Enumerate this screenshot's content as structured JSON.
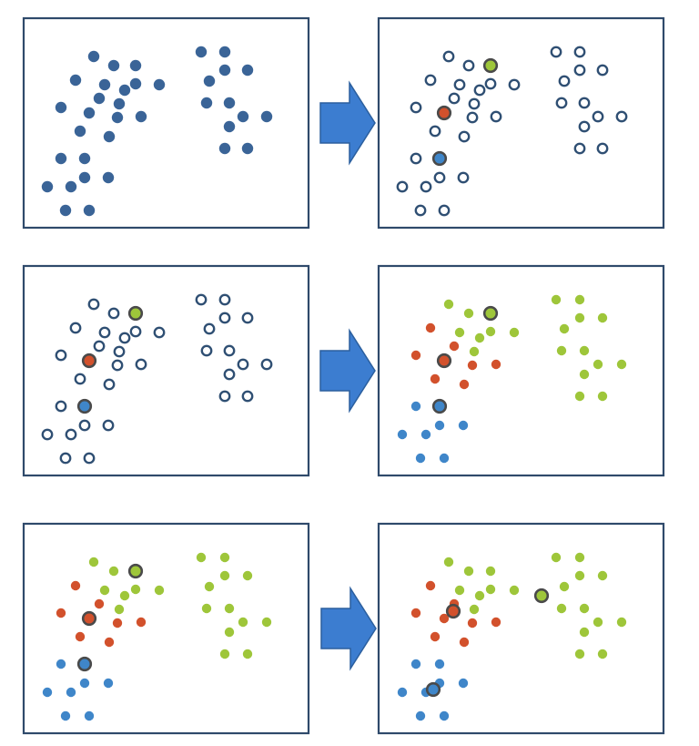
{
  "colors": {
    "frame": "#2f4a6b",
    "point_default": "#3a6497",
    "open_ring": "#2f4f73",
    "cluster_red": "#d2512c",
    "cluster_green": "#9ec63a",
    "cluster_blue": "#3f86c9",
    "arrow_fill": "#3c7dd0",
    "arrow_stroke": "#2b5f9e",
    "centroid_ring": "#4a4a4a"
  },
  "diagram": {
    "panels": [
      {
        "name": "panel-1-unlabeled-data",
        "points": "all-filled-default",
        "centroids": []
      },
      {
        "name": "panel-2-initial-centroids",
        "points": "all-open",
        "centroids": [
          {
            "cluster": "red",
            "pos": "initial-red"
          },
          {
            "cluster": "green",
            "pos": "initial-green"
          },
          {
            "cluster": "blue",
            "pos": "initial-blue"
          }
        ]
      },
      {
        "name": "panel-3-initial-centroids",
        "points": "all-open",
        "centroids": [
          {
            "cluster": "red",
            "pos": "initial-red"
          },
          {
            "cluster": "green",
            "pos": "initial-green"
          },
          {
            "cluster": "blue",
            "pos": "initial-blue"
          }
        ]
      },
      {
        "name": "panel-4-first-assignment",
        "points": "assignment-1",
        "centroids": [
          {
            "cluster": "red",
            "pos": "initial-red"
          },
          {
            "cluster": "green",
            "pos": "initial-green"
          },
          {
            "cluster": "blue",
            "pos": "initial-blue"
          }
        ]
      },
      {
        "name": "panel-5-first-assignment",
        "points": "assignment-1",
        "centroids": [
          {
            "cluster": "red",
            "pos": "initial-red"
          },
          {
            "cluster": "green",
            "pos": "initial-green"
          },
          {
            "cluster": "blue",
            "pos": "initial-blue"
          }
        ]
      },
      {
        "name": "panel-6-updated-centroids",
        "points": "assignment-1",
        "centroids": [
          {
            "cluster": "red",
            "pos": "updated-red"
          },
          {
            "cluster": "green",
            "pos": "updated-green"
          },
          {
            "cluster": "blue",
            "pos": "updated-blue"
          }
        ]
      }
    ],
    "arrows": [
      "step-1-arrow",
      "step-2-arrow",
      "step-3-arrow"
    ]
  }
}
